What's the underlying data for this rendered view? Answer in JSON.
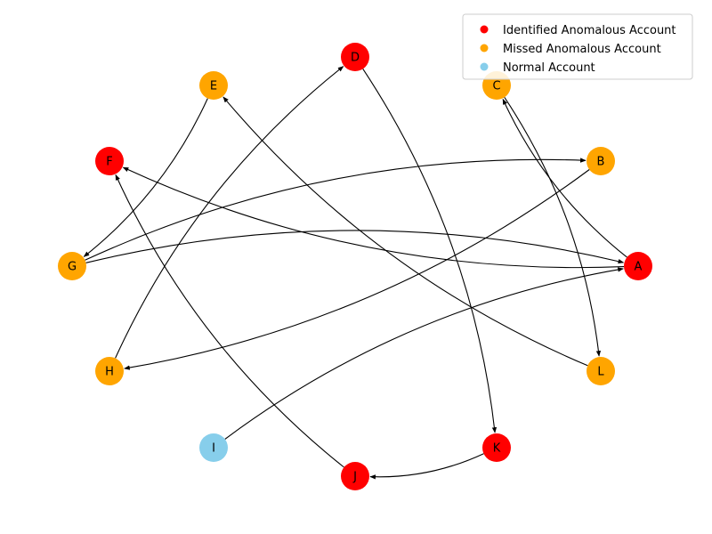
{
  "legend": {
    "items": [
      {
        "label": "Identified Anomalous Account",
        "color": "#ff0000"
      },
      {
        "label": "Missed Anomalous Account",
        "color": "#ffa500"
      },
      {
        "label": "Normal Account",
        "color": "#87ceeb"
      }
    ]
  },
  "graph": {
    "directed": true,
    "nodes": [
      {
        "id": "A",
        "category": "identified"
      },
      {
        "id": "B",
        "category": "missed"
      },
      {
        "id": "C",
        "category": "missed"
      },
      {
        "id": "D",
        "category": "identified"
      },
      {
        "id": "E",
        "category": "missed"
      },
      {
        "id": "F",
        "category": "identified"
      },
      {
        "id": "G",
        "category": "missed"
      },
      {
        "id": "H",
        "category": "missed"
      },
      {
        "id": "I",
        "category": "normal"
      },
      {
        "id": "J",
        "category": "identified"
      },
      {
        "id": "K",
        "category": "identified"
      },
      {
        "id": "L",
        "category": "missed"
      }
    ],
    "edges": [
      {
        "from": "A",
        "to": "C"
      },
      {
        "from": "C",
        "to": "L"
      },
      {
        "from": "L",
        "to": "E"
      },
      {
        "from": "E",
        "to": "G"
      },
      {
        "from": "G",
        "to": "A"
      },
      {
        "from": "A",
        "to": "F"
      },
      {
        "from": "J",
        "to": "F"
      },
      {
        "from": "K",
        "to": "J"
      },
      {
        "from": "D",
        "to": "K"
      },
      {
        "from": "H",
        "to": "D"
      },
      {
        "from": "B",
        "to": "H"
      },
      {
        "from": "G",
        "to": "B"
      },
      {
        "from": "I",
        "to": "A"
      }
    ]
  },
  "colors": {
    "identified": "#ff0000",
    "missed": "#ffa500",
    "normal": "#87ceeb",
    "edge": "#000000"
  }
}
